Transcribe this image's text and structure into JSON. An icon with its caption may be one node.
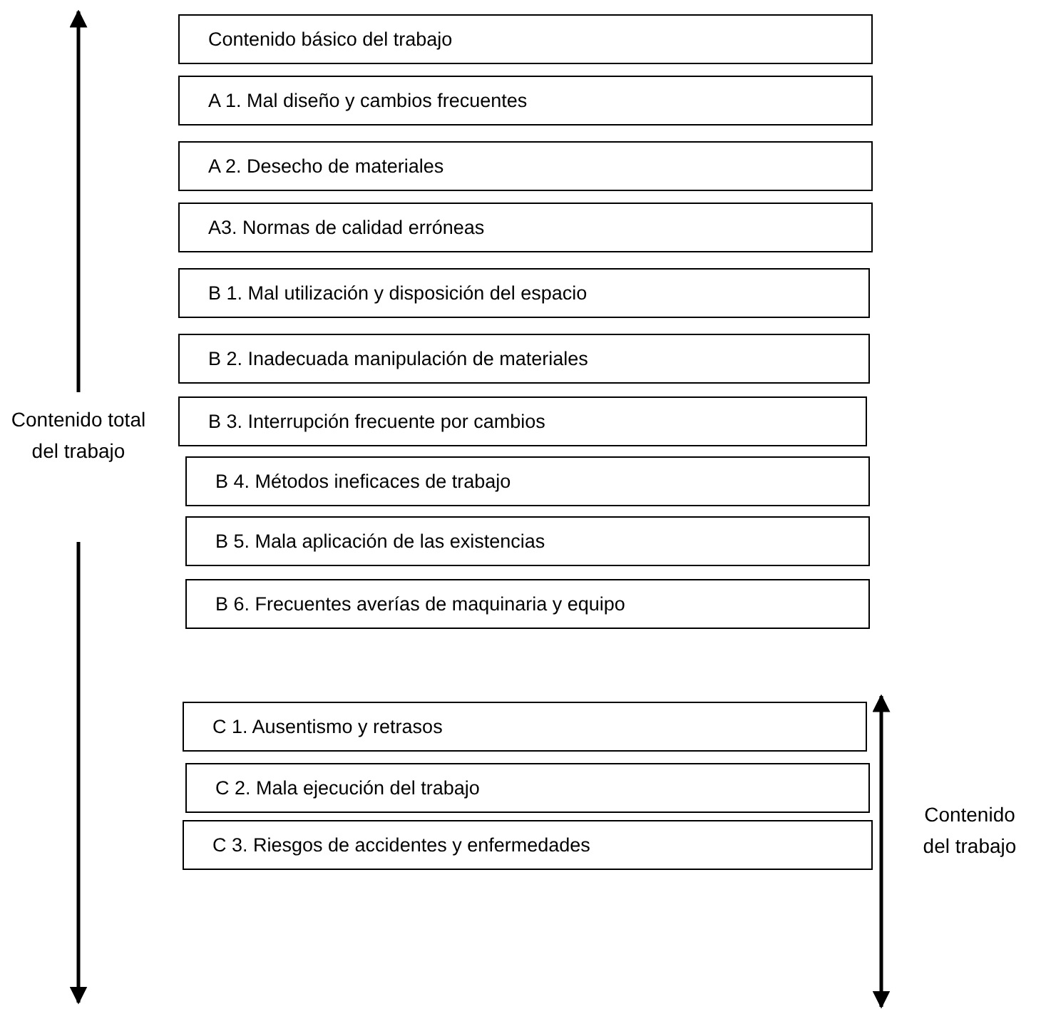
{
  "diagram": {
    "nodes": [
      {
        "text": [
          "Contenido básico del trabajo"
        ]
      },
      {
        "text": [
          "A 1. Mal diseño y cambios frecuentes"
        ]
      },
      {
        "text": [
          "A 2. Desecho de materiales"
        ]
      },
      {
        "text": [
          "A3. Normas de calidad erróneas"
        ]
      },
      {
        "text": [
          "B 1. Mal utilización y disposición del espacio"
        ]
      },
      {
        "text": [
          "B 2. Inadecuada manipulación de materiales"
        ]
      },
      {
        "text": [
          "B 3. Interrupción frecuente por cambios"
        ]
      },
      {
        "text": [
          "B 4. Métodos ineficaces de trabajo"
        ]
      },
      {
        "text": [
          "B 5. Mala aplicación de las existencias"
        ]
      },
      {
        "text": [
          "B 6. Frecuentes averías de maquinaria y equipo"
        ]
      },
      {
        "text": [
          "C 1. Ausentismo y retrasos"
        ]
      },
      {
        "text": [
          "C 2. Mala ejecución del trabajo"
        ]
      },
      {
        "text": [
          "C 3. Riesgos de accidentes y enfermedades"
        ]
      }
    ],
    "edges": [],
    "labels": [
      "Contenido total del trabajo",
      "Contenido del trabajo"
    ]
  }
}
